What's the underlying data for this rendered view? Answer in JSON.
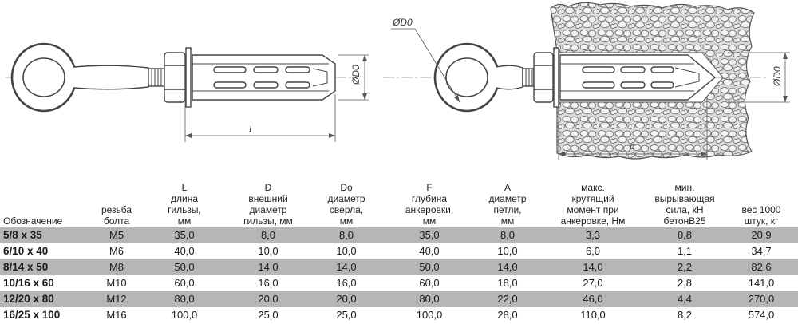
{
  "drawing": {
    "left": {
      "length_label": "L",
      "outer_diameter_label": "ØD0"
    },
    "right": {
      "eye_diameter_label": "ØD0",
      "hole_diameter_label": "ØD0",
      "depth_label": "F"
    }
  },
  "table": {
    "columns": [
      {
        "lines": [
          "Обозначение"
        ]
      },
      {
        "lines": [
          "резьба",
          "болта"
        ]
      },
      {
        "lines": [
          "L",
          "длина",
          "гильзы,",
          "мм"
        ]
      },
      {
        "lines": [
          "D",
          "внешний",
          "диаметр",
          "гильзы, мм"
        ]
      },
      {
        "lines": [
          "Do",
          "диаметр",
          "сверла,",
          "мм"
        ]
      },
      {
        "lines": [
          "F",
          "глубина",
          "анкеровки,",
          "мм"
        ]
      },
      {
        "lines": [
          "A",
          "диаметр",
          "петли,",
          "мм"
        ]
      },
      {
        "lines": [
          "макс.",
          "крутящий",
          "момент при",
          "анкеровке, Нм"
        ]
      },
      {
        "lines": [
          "мин.",
          "вырывающая",
          "сила, кН",
          "бетонB25"
        ]
      },
      {
        "lines": [
          "вес 1000",
          "штук, кг"
        ]
      }
    ],
    "rows": [
      [
        "5/8 x 35",
        "M5",
        "35,0",
        "8,0",
        "8,0",
        "35,0",
        "8,0",
        "3,3",
        "0,8",
        "20,9"
      ],
      [
        "6/10 x 40",
        "M6",
        "40,0",
        "10,0",
        "10,0",
        "40,0",
        "10,0",
        "6,0",
        "1,1",
        "34,7"
      ],
      [
        "8/14 x 50",
        "M8",
        "50,0",
        "14,0",
        "14,0",
        "50,0",
        "14,0",
        "14,0",
        "2,2",
        "82,6"
      ],
      [
        "10/16 x 60",
        "M10",
        "60,0",
        "16,0",
        "16,0",
        "60,0",
        "18,0",
        "27,0",
        "2,8",
        "141,0"
      ],
      [
        "12/20 x 80",
        "M12",
        "80,0",
        "20,0",
        "20,0",
        "80,0",
        "22,0",
        "46,0",
        "4,4",
        "270,0"
      ],
      [
        "16/25 x 100",
        "M16",
        "100,0",
        "25,0",
        "25,0",
        "100,0",
        "28,0",
        "110,0",
        "8,2",
        "574,0"
      ]
    ]
  }
}
